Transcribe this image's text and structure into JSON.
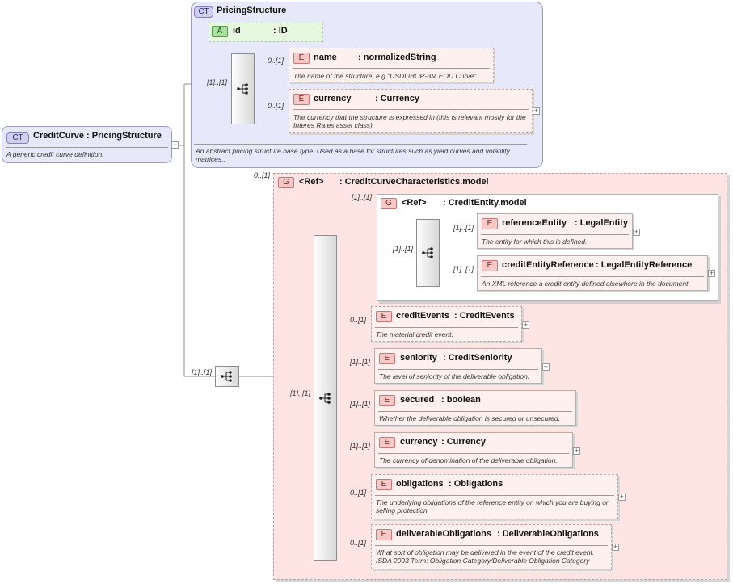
{
  "root": {
    "badge": "CT",
    "title": "CreditCurve : PricingStructure",
    "doc": "A generic credit curve definition.",
    "expand": "−"
  },
  "pricing": {
    "badge": "CT",
    "title": "PricingStructure",
    "doc": "An abstract pricing structure base type. Used as a base for structures such as yield curves and volatility matrices..",
    "attr": {
      "badge": "A",
      "name": "id",
      "type": ": ID"
    },
    "seq_mult": "[1]..[1]",
    "items": [
      {
        "badge": "E",
        "name": "name",
        "type": ": normalizedString",
        "mult": "0..[1]",
        "doc": "The name of the structure, e.g \"USDLIBOR-3M EOD Curve\".",
        "expand": ""
      },
      {
        "badge": "E",
        "name": "currency",
        "type": ": Currency",
        "mult": "0..[1]",
        "doc": "The currency that the structure is expressed in (this is relevant mostly for the Interes Rates asset class).",
        "expand": "+"
      }
    ]
  },
  "root_seq_mult": "[1]..[1]",
  "group": {
    "badge": "G",
    "ref": "<Ref>",
    "name": ": CreditCurveCharacteristics.model",
    "mult": "0..[1]",
    "seq_mult": "[1]..[1]",
    "entity": {
      "badge": "G",
      "ref": "<Ref>",
      "name": ": CreditEntity.model",
      "mult": "[1]..[1]",
      "seq_mult": "[1]..[1]",
      "items": [
        {
          "badge": "E",
          "name": "referenceEntity",
          "type": ": LegalEntity",
          "mult": "[1]..[1]",
          "doc": "The entity for which this is defined.",
          "expand": "+"
        },
        {
          "badge": "E",
          "name": "creditEntityReference",
          "type": ": LegalEntityReference",
          "mult": "[1]..[1]",
          "doc": "An XML reference a credit entity defined elsewhere in the document.",
          "expand": "+"
        }
      ]
    },
    "items": [
      {
        "badge": "E",
        "name": "creditEvents",
        "type": ": CreditEvents",
        "mult": "0..[1]",
        "doc": "The material credit event.",
        "expand": "+"
      },
      {
        "badge": "E",
        "name": "seniority",
        "type": ": CreditSeniority",
        "mult": "[1]..[1]",
        "doc": "The level of seniority of the deliverable obligation.",
        "expand": "+"
      },
      {
        "badge": "E",
        "name": "secured",
        "type": ": boolean",
        "mult": "[1]..[1]",
        "doc": "Whether the deliverable obligation is secured or unsecured.",
        "expand": ""
      },
      {
        "badge": "E",
        "name": "currency",
        "type": ": Currency",
        "mult": "[1]..[1]",
        "doc": "The currency of denomination of the deliverable obligation.",
        "expand": "+"
      },
      {
        "badge": "E",
        "name": "obligations",
        "type": ": Obligations",
        "mult": "0..[1]",
        "doc": "The underlying obligations of the reference entity on which you are buying or selling protection",
        "expand": "+"
      },
      {
        "badge": "E",
        "name": "deliverableObligations",
        "type": ": DeliverableObligations",
        "mult": "0..[1]",
        "doc": "What sort of obligation may be delivered in the event of the credit event. ISDA 2003 Term: Obligation Category/Deliverable Obligation Category",
        "expand": "+"
      }
    ]
  }
}
